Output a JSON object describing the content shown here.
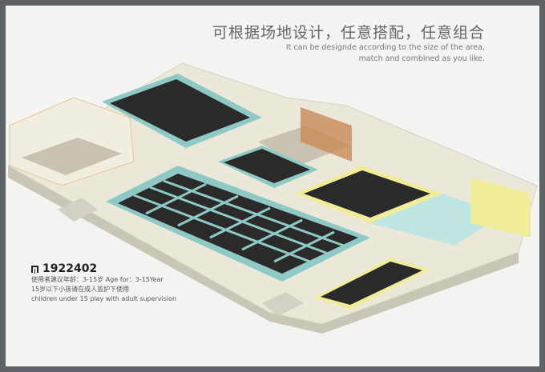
{
  "header": {
    "title_cn": "可根据场地设计，任意搭配，任意组合",
    "title_en_line1": "It can be designde according to the size of the area,",
    "title_en_line2": "match and combined as you like."
  },
  "info": {
    "icon": "product-code-icon",
    "code": "1922402",
    "age_line": "使用者建议年龄：3-15岁   Age for：3-15Year",
    "supervision_cn": "15岁以下小孩请在成人监护下使用",
    "supervision_en": "children under 15 play with adult supervision"
  },
  "colors": {
    "frame": "#5d6266",
    "floor": "#ebe8da",
    "trampoline": "#2a2a2a",
    "trampoline_border": "#8fc9c6",
    "court": "#bfe6e2",
    "accent_yellow": "#f1ec9a"
  }
}
